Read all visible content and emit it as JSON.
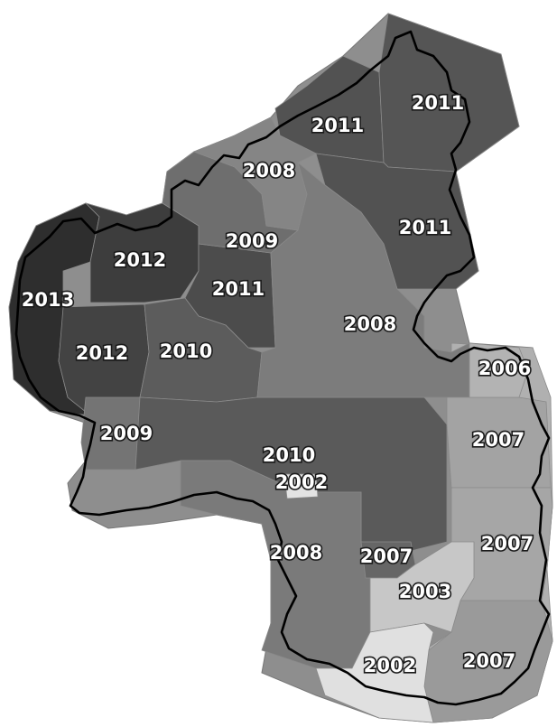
{
  "regions": [
    {
      "id": "r2013",
      "year": "2013",
      "fill": "#2e2e2e"
    },
    {
      "id": "r2012a",
      "year": "2012",
      "fill": "#3d3d3d"
    },
    {
      "id": "r2012b",
      "year": "2012",
      "fill": "#434343"
    },
    {
      "id": "r2011a",
      "year": "2011",
      "fill": "#4c4c4c"
    },
    {
      "id": "r2011b",
      "year": "2011",
      "fill": "#525252"
    },
    {
      "id": "r2011c",
      "year": "2011",
      "fill": "#555555"
    },
    {
      "id": "r2011d",
      "year": "2011",
      "fill": "#525252"
    },
    {
      "id": "r2010a",
      "year": "2010",
      "fill": "#5c5c5c"
    },
    {
      "id": "r2010b",
      "year": "2010",
      "fill": "#5a5a5a"
    },
    {
      "id": "r2009a",
      "year": "2009",
      "fill": "#6e6e6e"
    },
    {
      "id": "r2009b",
      "year": "2009",
      "fill": "#747474"
    },
    {
      "id": "r2008a",
      "year": "2008",
      "fill": "#858585"
    },
    {
      "id": "r2008b",
      "year": "2008",
      "fill": "#7c7c7c"
    },
    {
      "id": "r2008c",
      "year": "2008",
      "fill": "#7a7a7a"
    },
    {
      "id": "r2007a",
      "year": "2007",
      "fill": "#a3a3a3"
    },
    {
      "id": "r2007b",
      "year": "2007",
      "fill": "#a6a6a6"
    },
    {
      "id": "r2007c",
      "year": "2007",
      "fill": "#9a9a9a"
    },
    {
      "id": "r2007d",
      "year": "2007",
      "fill": "#666666"
    },
    {
      "id": "r2006",
      "year": "2006",
      "fill": "#b3b3b3"
    },
    {
      "id": "r2003",
      "year": "2003",
      "fill": "#c7c7c7"
    },
    {
      "id": "r2002a",
      "year": "2002",
      "fill": "#e3e3e3"
    },
    {
      "id": "r2002b",
      "year": "2002",
      "fill": "#e0e0e0"
    }
  ]
}
